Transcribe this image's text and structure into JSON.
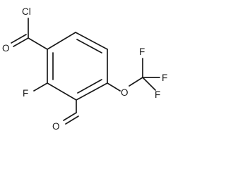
{
  "atoms": {
    "cl": "Cl",
    "o_acyl": "O",
    "f_ring": "F",
    "o_aldehyde": "O",
    "o_ether": "O",
    "f_cf3_top": "F",
    "f_cf3_right": "F",
    "f_cf3_bottom": "F"
  }
}
